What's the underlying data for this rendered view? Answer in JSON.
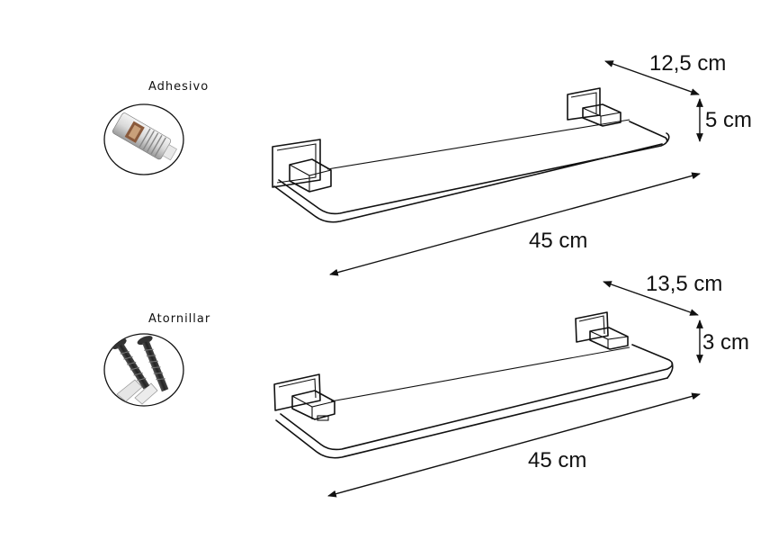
{
  "mounting_options": [
    {
      "label": "Adhesivo",
      "icon": "adhesive-tube-icon",
      "dimensions": {
        "depth": "12,5 cm",
        "height": "5 cm",
        "length": "45 cm"
      }
    },
    {
      "label": "Atornillar",
      "icon": "screws-icon",
      "dimensions": {
        "depth": "13,5 cm",
        "height": "3 cm",
        "length": "45 cm"
      }
    }
  ]
}
